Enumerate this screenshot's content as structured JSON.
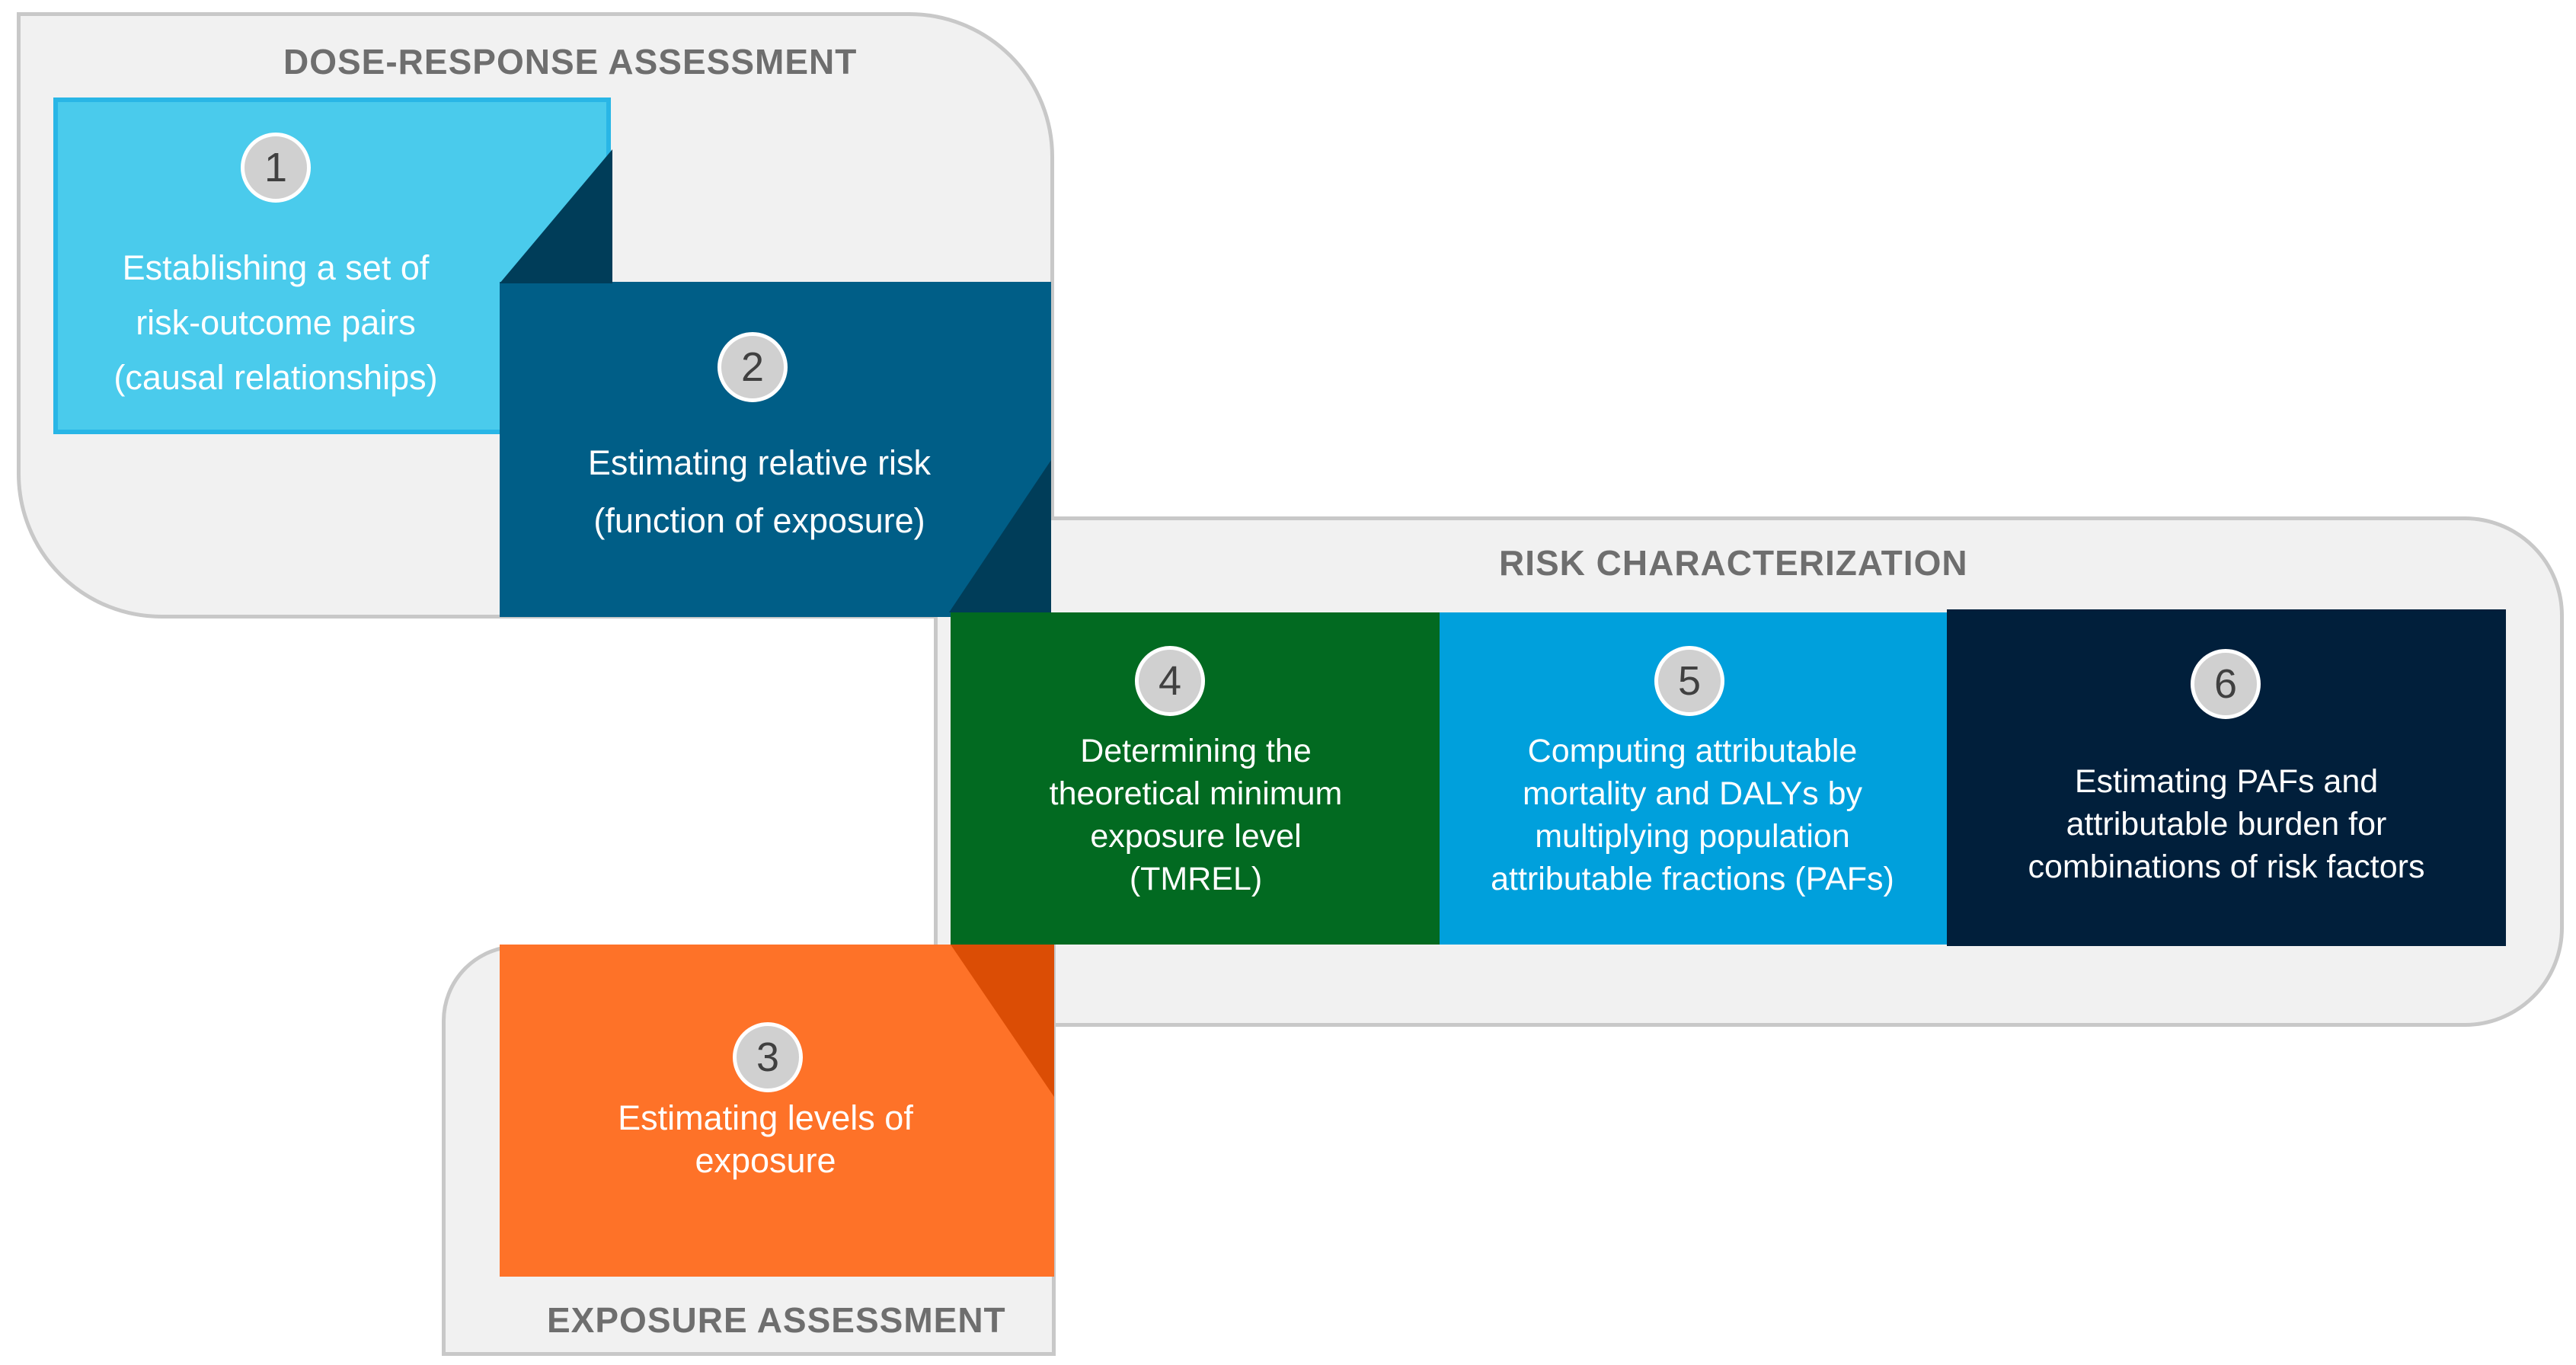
{
  "diagram": {
    "sections": {
      "dose_response": "DOSE-RESPONSE ASSESSMENT",
      "risk_characterization": "RISK CHARACTERIZATION",
      "exposure": "EXPOSURE ASSESSMENT"
    },
    "steps": [
      {
        "number": "1",
        "text": "Establishing a set of\nrisk-outcome pairs\n(causal relationships)",
        "color": "#4acbec"
      },
      {
        "number": "2",
        "text": "Estimating relative risk\n(function of exposure)",
        "color": "#005e87"
      },
      {
        "number": "3",
        "text": "Estimating levels of\nexposure",
        "color": "#fe7228"
      },
      {
        "number": "4",
        "text": "Determining the\ntheoretical minimum\nexposure level\n(TMREL)",
        "color": "#026a21"
      },
      {
        "number": "5",
        "text": "Computing attributable\nmortality and DALYs by\nmultiplying population\nattributable fractions (PAFs)",
        "color": "#00a0dc"
      },
      {
        "number": "6",
        "text": "Estimating PAFs and\nattributable burden for\ncombinations of risk factors",
        "color": "#011f3b"
      }
    ],
    "colors": {
      "panel_background": "#f1f1f1",
      "panel_border": "#c8c8c8",
      "section_title": "#6e6e6e",
      "badge": "#d0d0d0"
    }
  }
}
